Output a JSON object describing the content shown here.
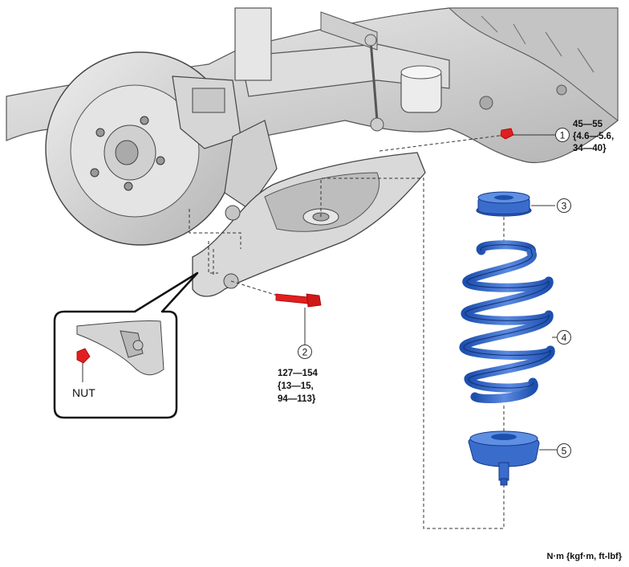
{
  "callouts": [
    {
      "number": "1",
      "torque": [
        "45—55",
        "{4.6—5.6,",
        "34—40}"
      ]
    },
    {
      "number": "2",
      "torque": [
        "127—154",
        "{13—15,",
        "94—113}"
      ]
    },
    {
      "number": "3"
    },
    {
      "number": "4"
    },
    {
      "number": "5"
    }
  ],
  "inset_label": "NUT",
  "units": "N·m {kgf·m, ft-lbf}",
  "colors": {
    "spring_blue": "#3566c8",
    "fastener_red": "#e02020",
    "chassis_gray": "#d4d4d4"
  }
}
